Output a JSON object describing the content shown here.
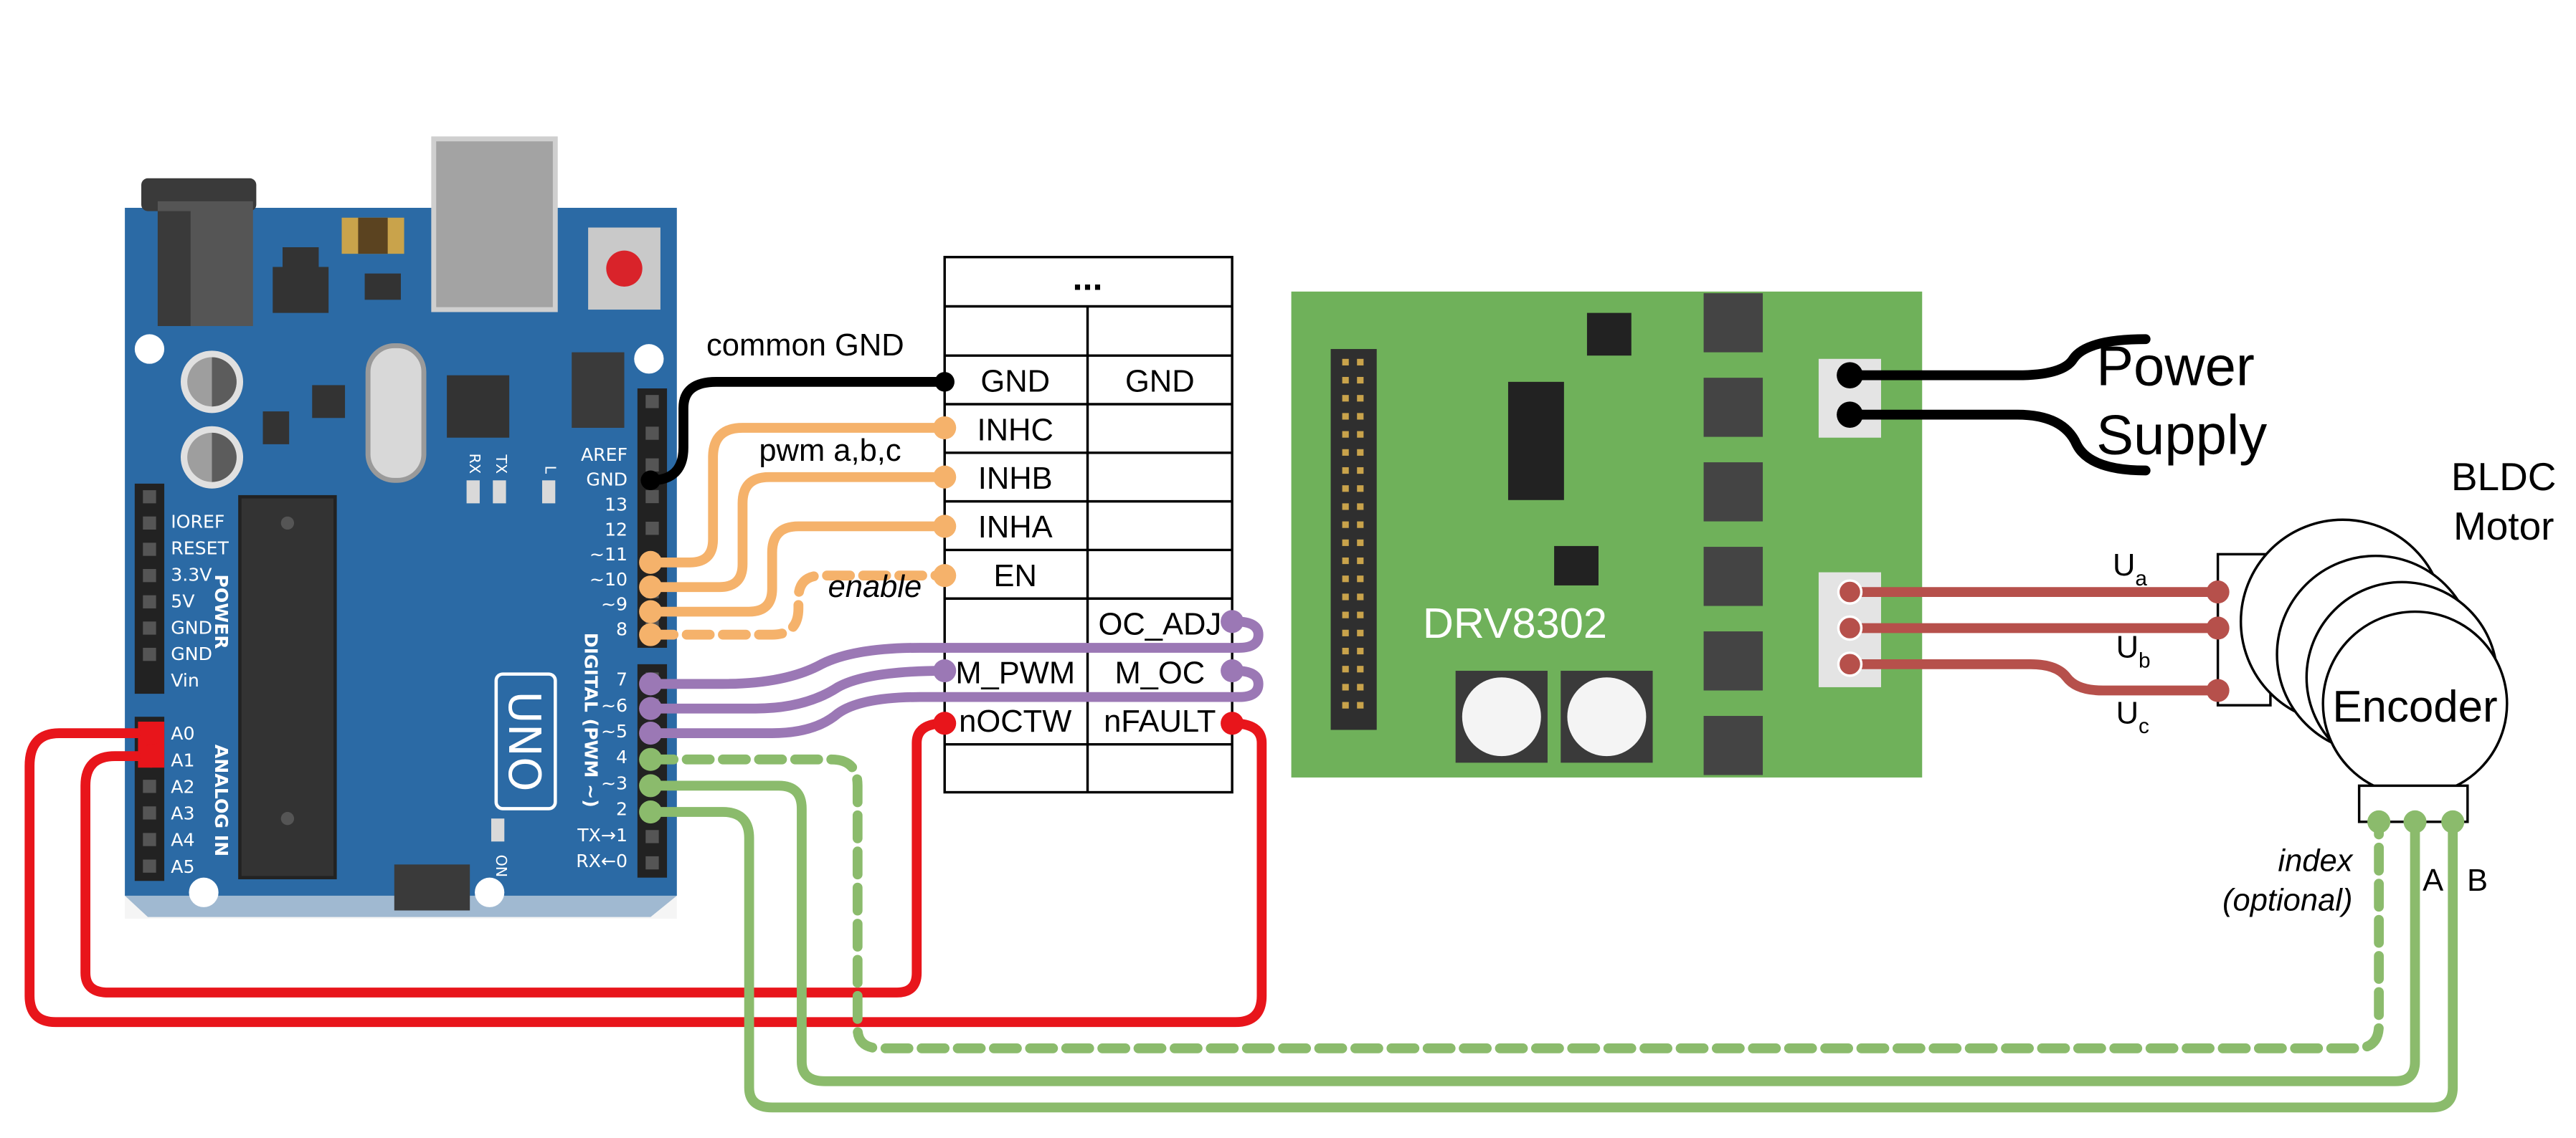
{
  "colors": {
    "board_blue": "#2b6aa5",
    "drv_green": "#6fb15a",
    "wire_pwm": "#f5b26b",
    "wire_current": "#9b78b5",
    "wire_fault": "#e8151b",
    "wire_encoder": "#8bbb6c",
    "wire_phase": "#b6504b",
    "wire_gnd": "#000000"
  },
  "arduino": {
    "brand": "UNO",
    "on_label": "ON",
    "power_header_title": "POWER",
    "analog_header_title": "ANALOG IN",
    "digital_header_title": "DIGITAL (PWM ~)",
    "power_pins": [
      "IOREF",
      "RESET",
      "3.3V",
      "5V",
      "GND",
      "GND",
      "Vin"
    ],
    "analog_pins": [
      "A0",
      "A1",
      "A2",
      "A3",
      "A4",
      "A5"
    ],
    "digital_pins_top": [
      "AREF",
      "GND",
      "13",
      "12",
      "~11",
      "~10",
      "~9",
      "8"
    ],
    "digital_pins_bottom": [
      "7",
      "~6",
      "~5",
      "4",
      "~3",
      "2",
      "TX→1",
      "RX←0"
    ],
    "small_labels": [
      "RX",
      "TX",
      "L"
    ]
  },
  "connector": {
    "top": "...",
    "rows": [
      [
        "GND",
        "GND"
      ],
      [
        "INHC",
        ""
      ],
      [
        "INHB",
        ""
      ],
      [
        "INHA",
        ""
      ],
      [
        "EN",
        ""
      ],
      [
        "",
        "OC_ADJ"
      ],
      [
        "M_PWM",
        "M_OC"
      ],
      [
        "nOCTW",
        "nFAULT"
      ],
      [
        "",
        ""
      ]
    ]
  },
  "driver_board": {
    "name": "DRV8302"
  },
  "annotations": {
    "common_gnd": "common GND",
    "pwm": "pwm a,b,c",
    "enable": "enable",
    "power_supply_line1": "Power",
    "power_supply_line2": "Supply",
    "motor_line1": "BLDC",
    "motor_line2": "Motor",
    "encoder": "Encoder",
    "index": "index",
    "optional": "(optional)",
    "enc_a": "A",
    "enc_b": "B",
    "phase_base": "U",
    "phase_a_sub": "a",
    "phase_b_sub": "b",
    "phase_c_sub": "c"
  }
}
